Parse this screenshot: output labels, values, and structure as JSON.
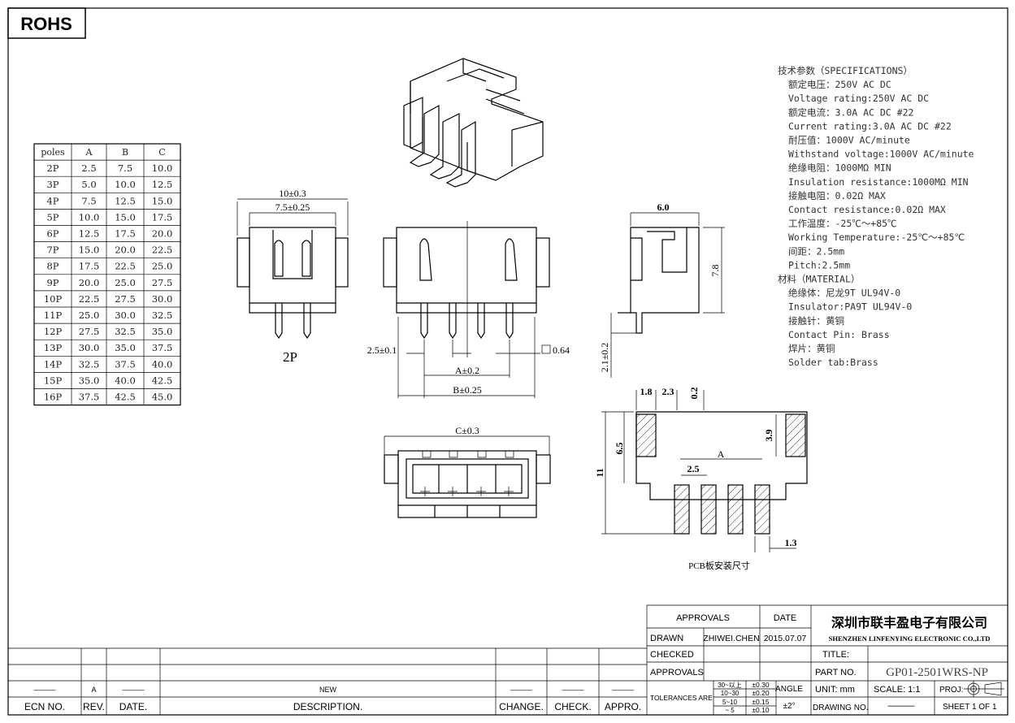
{
  "rohs_label": "ROHS",
  "poles_table": {
    "headers": [
      "poles",
      "A",
      "B",
      "C"
    ],
    "rows": [
      [
        "2P",
        "2.5",
        "7.5",
        "10.0"
      ],
      [
        "3P",
        "5.0",
        "10.0",
        "12.5"
      ],
      [
        "4P",
        "7.5",
        "12.5",
        "15.0"
      ],
      [
        "5P",
        "10.0",
        "15.0",
        "17.5"
      ],
      [
        "6P",
        "12.5",
        "17.5",
        "20.0"
      ],
      [
        "7P",
        "15.0",
        "20.0",
        "22.5"
      ],
      [
        "8P",
        "17.5",
        "22.5",
        "25.0"
      ],
      [
        "9P",
        "20.0",
        "25.0",
        "27.5"
      ],
      [
        "10P",
        "22.5",
        "27.5",
        "30.0"
      ],
      [
        "11P",
        "25.0",
        "30.0",
        "32.5"
      ],
      [
        "12P",
        "27.5",
        "32.5",
        "35.0"
      ],
      [
        "13P",
        "30.0",
        "35.0",
        "37.5"
      ],
      [
        "14P",
        "32.5",
        "37.5",
        "40.0"
      ],
      [
        "15P",
        "35.0",
        "40.0",
        "42.5"
      ],
      [
        "16P",
        "37.5",
        "42.5",
        "45.0"
      ]
    ]
  },
  "specs": [
    "技术参数（SPECIFICATIONS）",
    "额定电压：250V AC DC",
    "Voltage rating:250V AC DC",
    "额定电流：3.0A AC DC #22",
    "Current rating:3.0A AC DC #22",
    "耐压值：1000V AC/minute",
    "Withstand voltage:1000V AC/minute",
    "绝缘电阻：1000MΩ MIN",
    "Insulation resistance:1000MΩ MIN",
    "接触电阻：0.02Ω MAX",
    "Contact resistance:0.02Ω MAX",
    "工作温度：-25℃～+85℃",
    "Working Temperature:-25℃～+85℃",
    "间距：2.5mm",
    "Pitch:2.5mm",
    "材料（MATERIAL）",
    "绝缘体：尼龙9T UL94V-0",
    "Insulator:PA9T UL94V-0",
    "接触针：黄铜",
    "Contact Pin: Brass",
    "焊片：黄铜",
    "Solder tab:Brass"
  ],
  "dims": {
    "front2_w": "10±0.3",
    "front2_inner": "7.5±0.25",
    "front2_label": "2P",
    "pitch": "2.5±0.1",
    "a": "A±0.2",
    "b": "B±0.25",
    "pin": "0.64",
    "side_w": "6.0",
    "side_h": "7.8",
    "side_pin": "2.1±0.2",
    "c": "C±0.3",
    "pcb_18": "1.8",
    "pcb_23": "2.3",
    "pcb_02": "0.2",
    "pcb_39": "3.9",
    "pcb_65": "6.5",
    "pcb_11": "11",
    "pcb_a": "A",
    "pcb_25": "2.5",
    "pcb_13": "1.3",
    "pcb_caption": "PCB板安装尺寸"
  },
  "title_block": {
    "approvals": "APPROVALS",
    "date": "DATE",
    "drawn": "DRAWN",
    "drawn_by": "ZHIWEI.CHEN",
    "drawn_date": "2015.07.07",
    "checked": "CHECKED",
    "approvals2": "APPROVALS",
    "company_cn": "深圳市联丰盈电子有限公司",
    "company_en": "SHENZHEN LINFENYING ELECTRONIC CO.,LTD",
    "title_label": "TITLE:",
    "part_no_label": "PART NO.",
    "part_no": "GP01-2501WRS-NP",
    "tolerances": "TOLERANCES ARE",
    "tol_ranges": [
      "30~以上",
      "10~30",
      "5~10",
      "~ 5"
    ],
    "tol_values": [
      "±0.30",
      "±0.20",
      "±0.15",
      "±0.10"
    ],
    "angle": "ANGLE",
    "angle_value": "±2°",
    "unit": "UNIT:  mm",
    "scale": "SCALE:   1:1",
    "proj": "PROJ:",
    "drawing_no": "DRAWING NO.",
    "drawing_no_value": "———",
    "sheet": "SHEET   1  OF  1"
  },
  "revision_table": {
    "row": [
      "———",
      "A",
      "———",
      "NEW",
      "———",
      "———",
      "———"
    ],
    "headers": [
      "ECN NO.",
      "REV.",
      "DATE.",
      "DESCRIPTION.",
      "CHANGE.",
      "CHECK.",
      "APPRO."
    ]
  }
}
